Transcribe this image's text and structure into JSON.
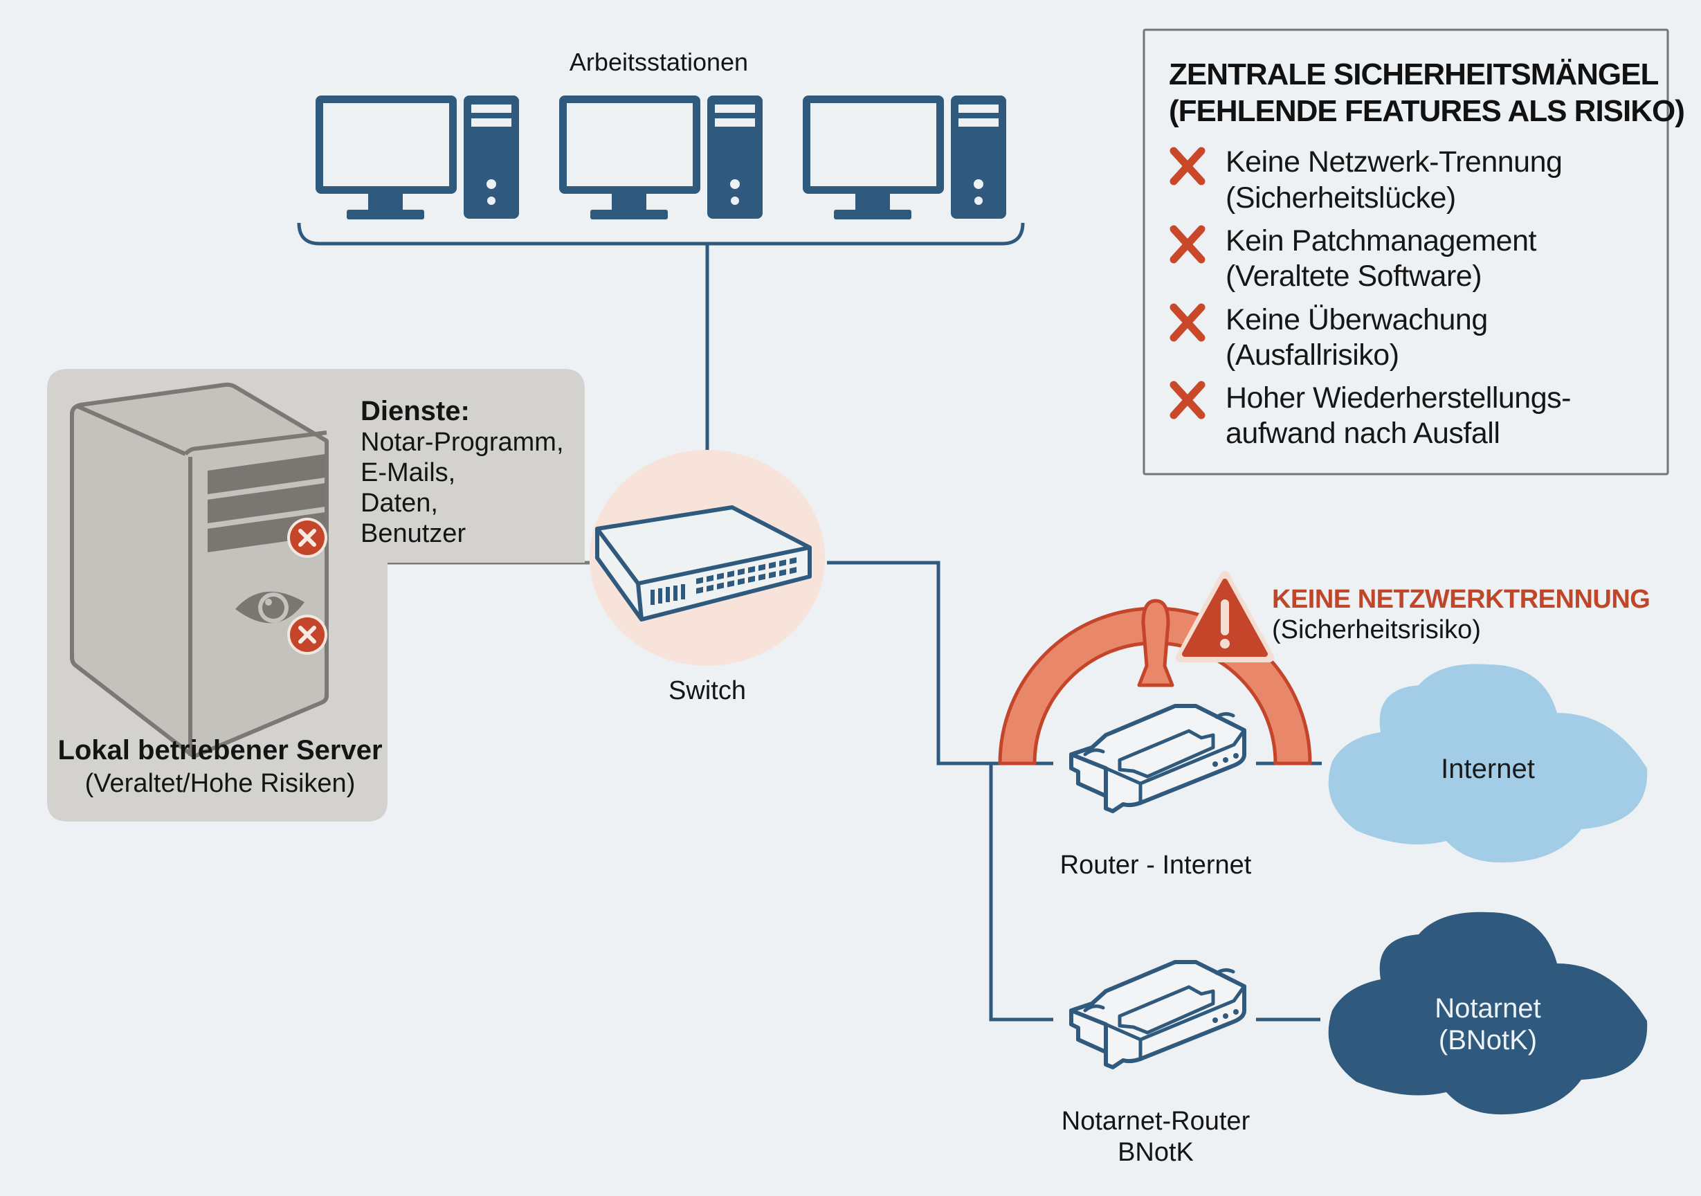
{
  "workstations": {
    "label": "Arbeitsstationen",
    "count": 3,
    "icon": "desktop-computer-icon"
  },
  "server": {
    "title": "Lokal betriebener Server",
    "subtitle": "(Veraltet/Hohe Risiken)",
    "services_heading": "Dienste:",
    "services": [
      "Notar-Programm,",
      "E-Mails,",
      "Daten,",
      "Benutzer"
    ],
    "status_badges": [
      "error-x-icon",
      "error-x-icon"
    ],
    "icon": "server-tower-icon"
  },
  "switch": {
    "label": "Switch",
    "icon": "network-switch-icon"
  },
  "warning": {
    "title": "KEINE NETZWERKTRENNUNG",
    "subtitle": "(Sicherheitsrisiko)",
    "icon": "warning-triangle-icon"
  },
  "routers": [
    {
      "label_lines": [
        "Router - Internet"
      ],
      "icon": "router-icon"
    },
    {
      "label_lines": [
        "Notarnet-Router",
        "BNotK"
      ],
      "icon": "router-icon"
    }
  ],
  "clouds": [
    {
      "lines": [
        "Internet"
      ],
      "color": "#a3cde6",
      "text_color": "#1a1a1a"
    },
    {
      "lines": [
        "Notarnet",
        "(BNotK)"
      ],
      "color": "#2f5a7d",
      "text_color": "#eef3f7"
    }
  ],
  "risks": {
    "title_lines": [
      "ZENTRALE SICHERHEITSMÄNGEL",
      "(FEHLENDE FEATURES ALS RISIKO)"
    ],
    "items": [
      {
        "lines": [
          "Keine Netzwerk-Trennung",
          "(Sicherheitslücke)"
        ]
      },
      {
        "lines": [
          "Kein Patchmanagement",
          "(Veraltete Software)"
        ]
      },
      {
        "lines": [
          "Keine Überwachung",
          "(Ausfallrisiko)"
        ]
      },
      {
        "lines": [
          "Hoher Wiederherstellungs-",
          "aufwand nach Ausfall"
        ]
      }
    ],
    "marker_icon": "cross-x-icon"
  },
  "colors": {
    "primary_blue": "#2f5a7d",
    "risk_red": "#c0462a",
    "arch_fill": "#e8876a",
    "server_gray": "#c4c2bd",
    "background": "#edf1f3"
  }
}
